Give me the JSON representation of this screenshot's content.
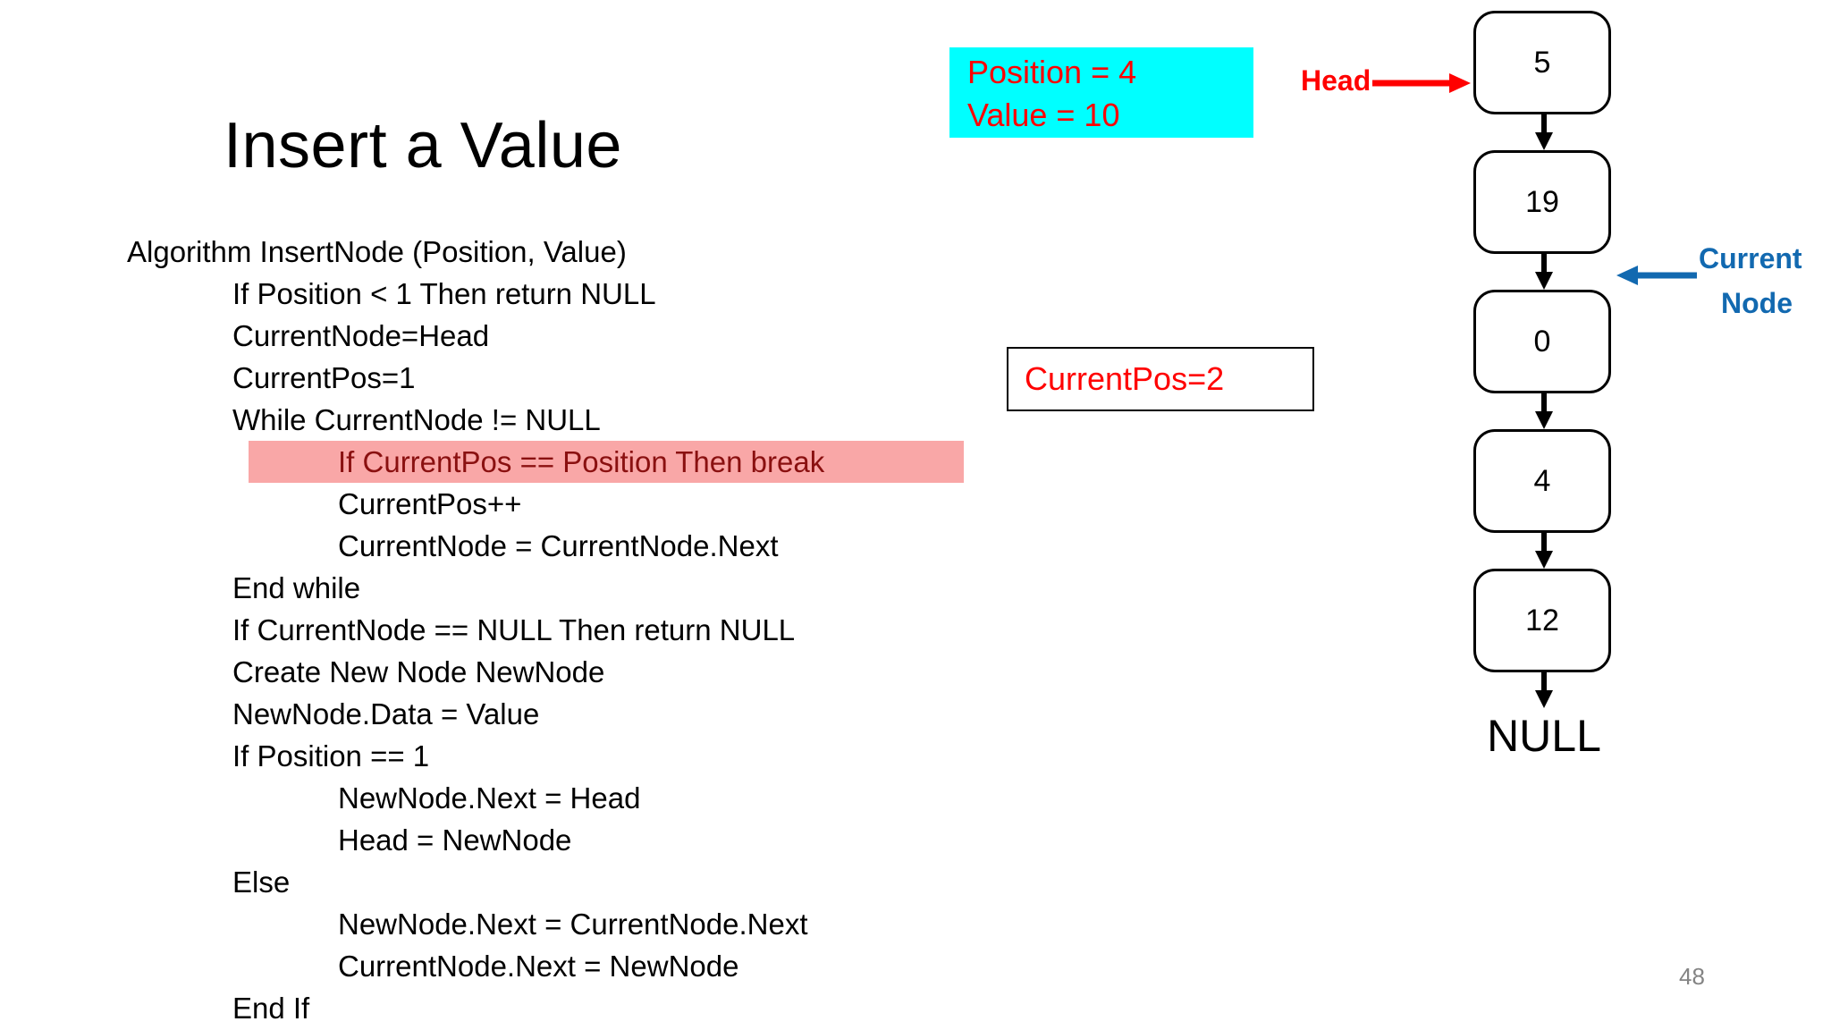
{
  "slide": {
    "title": "Insert a Value",
    "number": "48",
    "colors": {
      "highlight_bg": "#F9A7A7",
      "highlight_text": "#8A1010",
      "param_box_bg": "#00FFFF",
      "red": "#FF0000",
      "blue": "#1269B0",
      "black": "#000000",
      "slide_number_gray": "#848484"
    }
  },
  "algorithm": {
    "lines": [
      {
        "text": "Algorithm InsertNode (Position, Value)",
        "indent": 0,
        "highlighted": false
      },
      {
        "text": "If Position < 1 Then return NULL",
        "indent": 1,
        "highlighted": false
      },
      {
        "text": "CurrentNode=Head",
        "indent": 1,
        "highlighted": false
      },
      {
        "text": "CurrentPos=1",
        "indent": 1,
        "highlighted": false
      },
      {
        "text": "While CurrentNode != NULL",
        "indent": 1,
        "highlighted": false
      },
      {
        "text": "If CurrentPos == Position Then break",
        "indent": 2,
        "highlighted": true
      },
      {
        "text": "CurrentPos++",
        "indent": 2,
        "highlighted": false
      },
      {
        "text": "CurrentNode = CurrentNode.Next",
        "indent": 2,
        "highlighted": false
      },
      {
        "text": "End while",
        "indent": 1,
        "highlighted": false
      },
      {
        "text": "If CurrentNode == NULL Then return NULL",
        "indent": 1,
        "highlighted": false
      },
      {
        "text": "Create New Node NewNode",
        "indent": 1,
        "highlighted": false
      },
      {
        "text": "NewNode.Data = Value",
        "indent": 1,
        "highlighted": false
      },
      {
        "text": "If Position == 1",
        "indent": 1,
        "highlighted": false
      },
      {
        "text": "NewNode.Next = Head",
        "indent": 2,
        "highlighted": false
      },
      {
        "text": "Head = NewNode",
        "indent": 2,
        "highlighted": false
      },
      {
        "text": "Else",
        "indent": 1,
        "highlighted": false
      },
      {
        "text": "NewNode.Next = CurrentNode.Next",
        "indent": 2,
        "highlighted": false
      },
      {
        "text": "CurrentNode.Next = NewNode",
        "indent": 2,
        "highlighted": false
      },
      {
        "text": "End If",
        "indent": 1,
        "highlighted": false
      }
    ]
  },
  "parameters": {
    "position_line": "Position = 4",
    "value_line": "Value = 10"
  },
  "state": {
    "currentpos_label": "CurrentPos=2"
  },
  "annotations": {
    "head_label": "Head",
    "current_node_line1": "Current",
    "current_node_line2": "Node"
  },
  "linked_list": {
    "nodes": [
      {
        "value": "5"
      },
      {
        "value": "19"
      },
      {
        "value": "0"
      },
      {
        "value": "4"
      },
      {
        "value": "12"
      }
    ],
    "terminator": "NULL"
  }
}
